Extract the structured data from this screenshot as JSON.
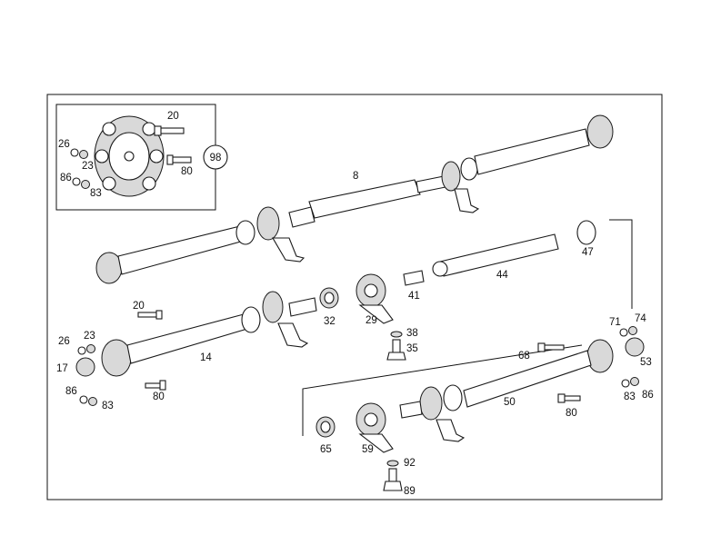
{
  "callouts": {
    "inset_98": "98",
    "inset_20": "20",
    "inset_26": "26",
    "inset_23": "23",
    "inset_80": "80",
    "inset_86": "86",
    "inset_83": "83",
    "p8": "8",
    "p47": "47",
    "p44": "44",
    "p41": "41",
    "p32": "32",
    "p29": "29",
    "p38": "38",
    "p35": "35",
    "p20": "20",
    "p26": "26",
    "p23": "23",
    "p17": "17",
    "p86": "86",
    "p83": "83",
    "p80": "80",
    "p14": "14",
    "p71": "71",
    "p74": "74",
    "p68": "68",
    "p53": "53",
    "p83b": "83",
    "p86b": "86",
    "p50": "50",
    "p80b": "80",
    "p65": "65",
    "p59": "59",
    "p92": "92",
    "p89": "89"
  }
}
